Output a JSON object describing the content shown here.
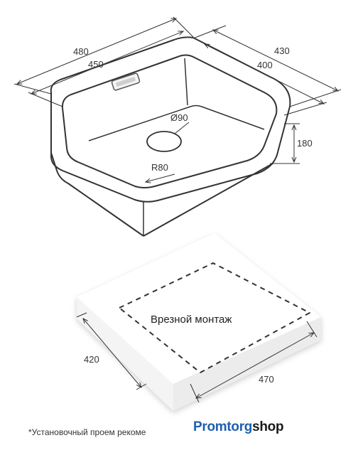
{
  "dimensions": {
    "outer_length": "480",
    "inner_length": "450",
    "outer_width": "430",
    "inner_width": "400",
    "drain_diameter": "Ø90",
    "depth": "180",
    "corner_radius": "R80",
    "cutout_width": "420",
    "cutout_length": "470"
  },
  "mounting_label": "Врезной монтаж",
  "footnote": "*Установочный проем рекоме",
  "logo": {
    "part1": "Promtorg",
    "part2": "shop"
  },
  "colors": {
    "line": "#333333",
    "logo_blue": "#1f5fae",
    "countertop": "#ffffff"
  }
}
